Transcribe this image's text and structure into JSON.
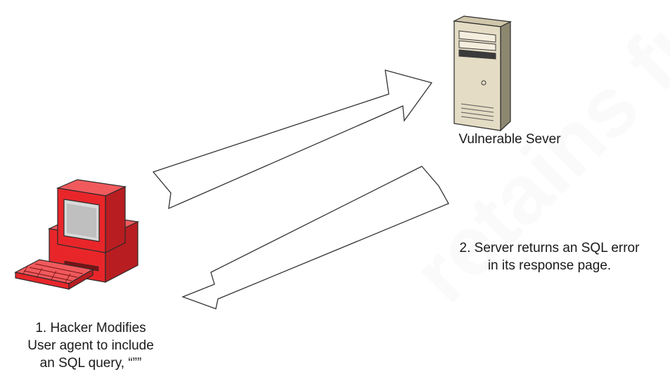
{
  "server": {
    "label": "Vulnerable Sever",
    "note_line1": "2. Server returns an SQL error",
    "note_line2": "in its response page."
  },
  "hacker": {
    "line1": "1. Hacker Modifies",
    "line2": "User agent to include",
    "line3": "an SQL query, “””"
  },
  "watermark": "retains full",
  "colors": {
    "computer_red": "#e8262a",
    "server_beige": "#e4dcc4",
    "arrow_stroke": "#333333"
  }
}
